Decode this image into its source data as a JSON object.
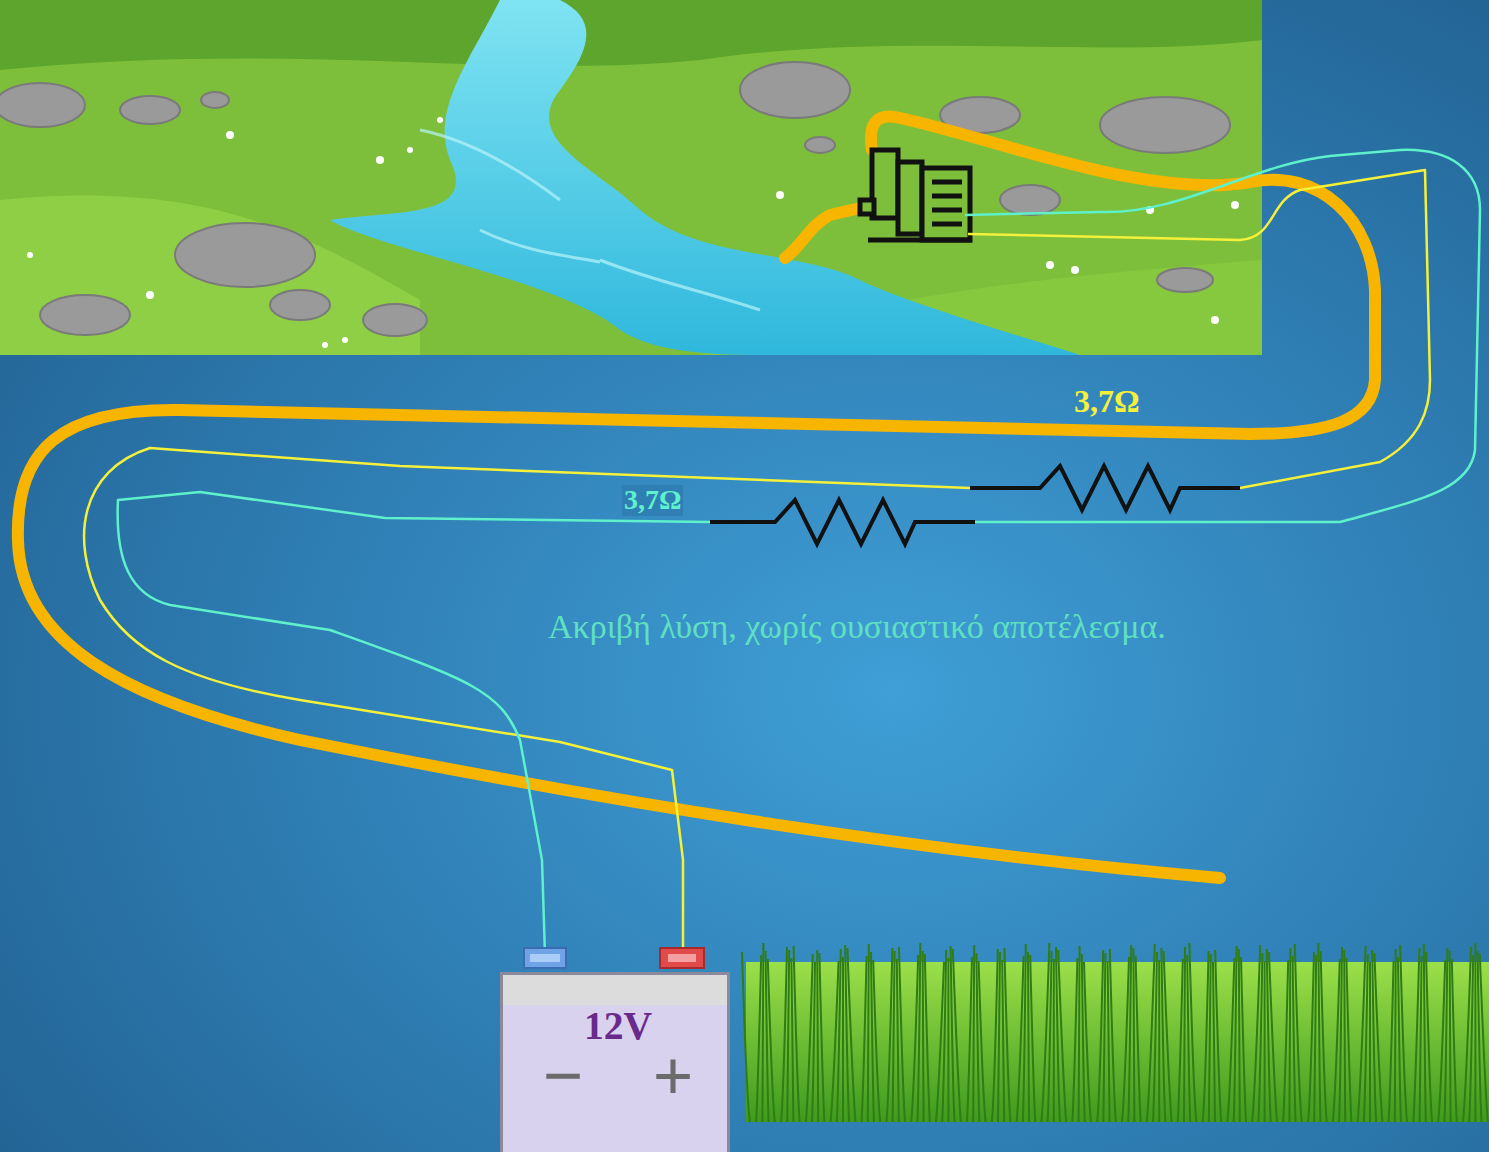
{
  "diagram": {
    "nodes": [
      {
        "text": [
          "12V",
          "−",
          "+"
        ]
      }
    ],
    "labels": [
      "3,7Ω",
      "3,7Ω",
      "Ακριβή λύση, χωρίς ουσιαστικό αποτέλεσμα."
    ]
  }
}
